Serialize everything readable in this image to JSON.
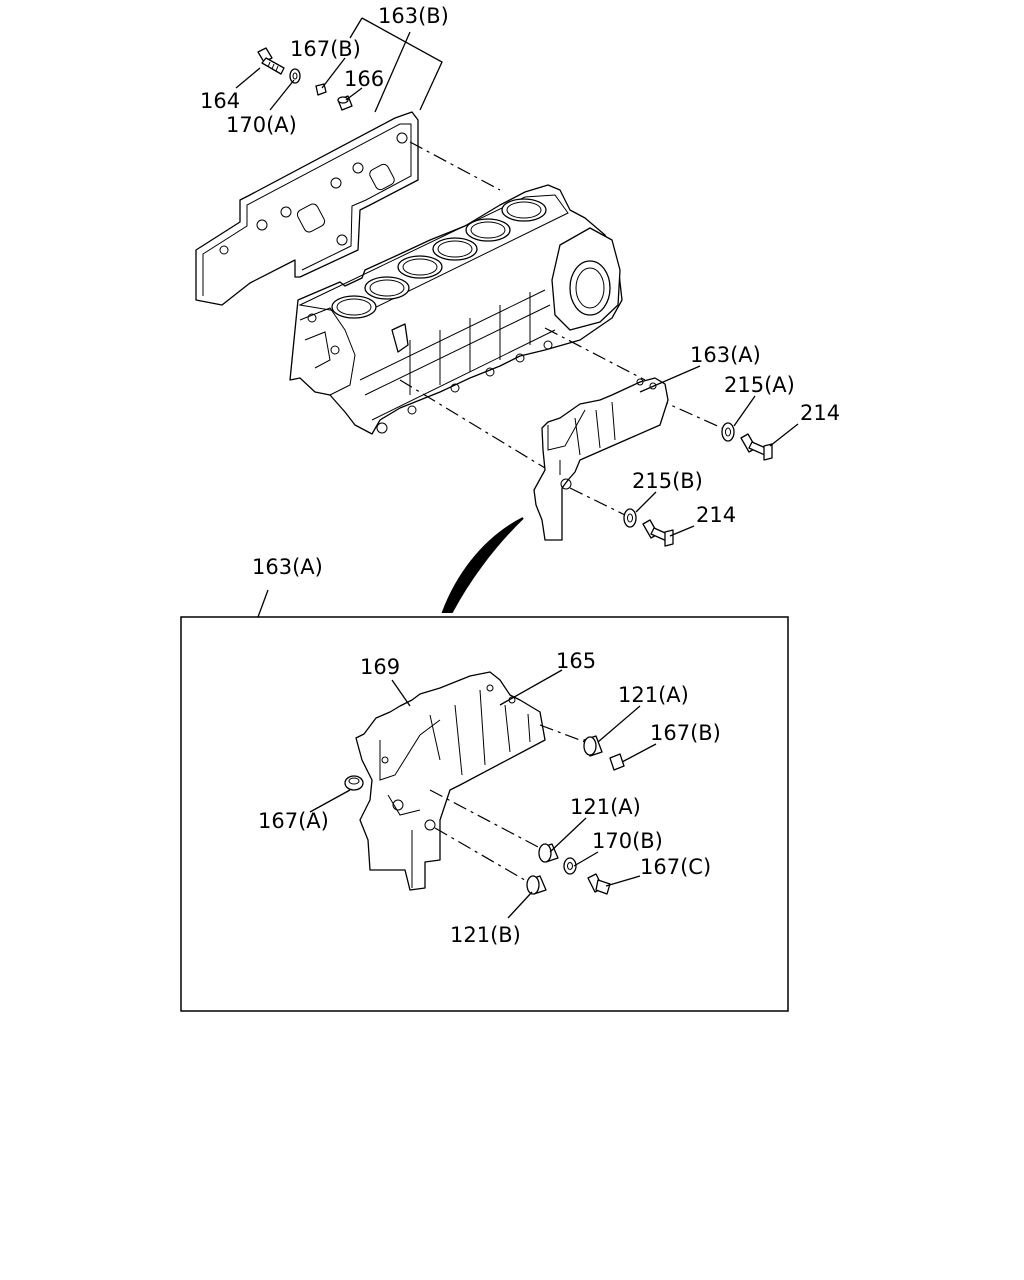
{
  "callouts": {
    "p163b": "163(B)",
    "p167b_top": "167(B)",
    "p166": "166",
    "p164": "164",
    "p170a": "170(A)",
    "p163a_top": "163(A)",
    "p215a": "215(A)",
    "p214_top": "214",
    "p215b": "215(B)",
    "p214_bottom": "214",
    "p163a_detail": "163(A)",
    "p169": "169",
    "p165": "165",
    "p121a_top": "121(A)",
    "p167b_detail": "167(B)",
    "p167a": "167(A)",
    "p121a_mid": "121(A)",
    "p170b": "170(B)",
    "p167c": "167(C)",
    "p121b": "121(B)"
  }
}
